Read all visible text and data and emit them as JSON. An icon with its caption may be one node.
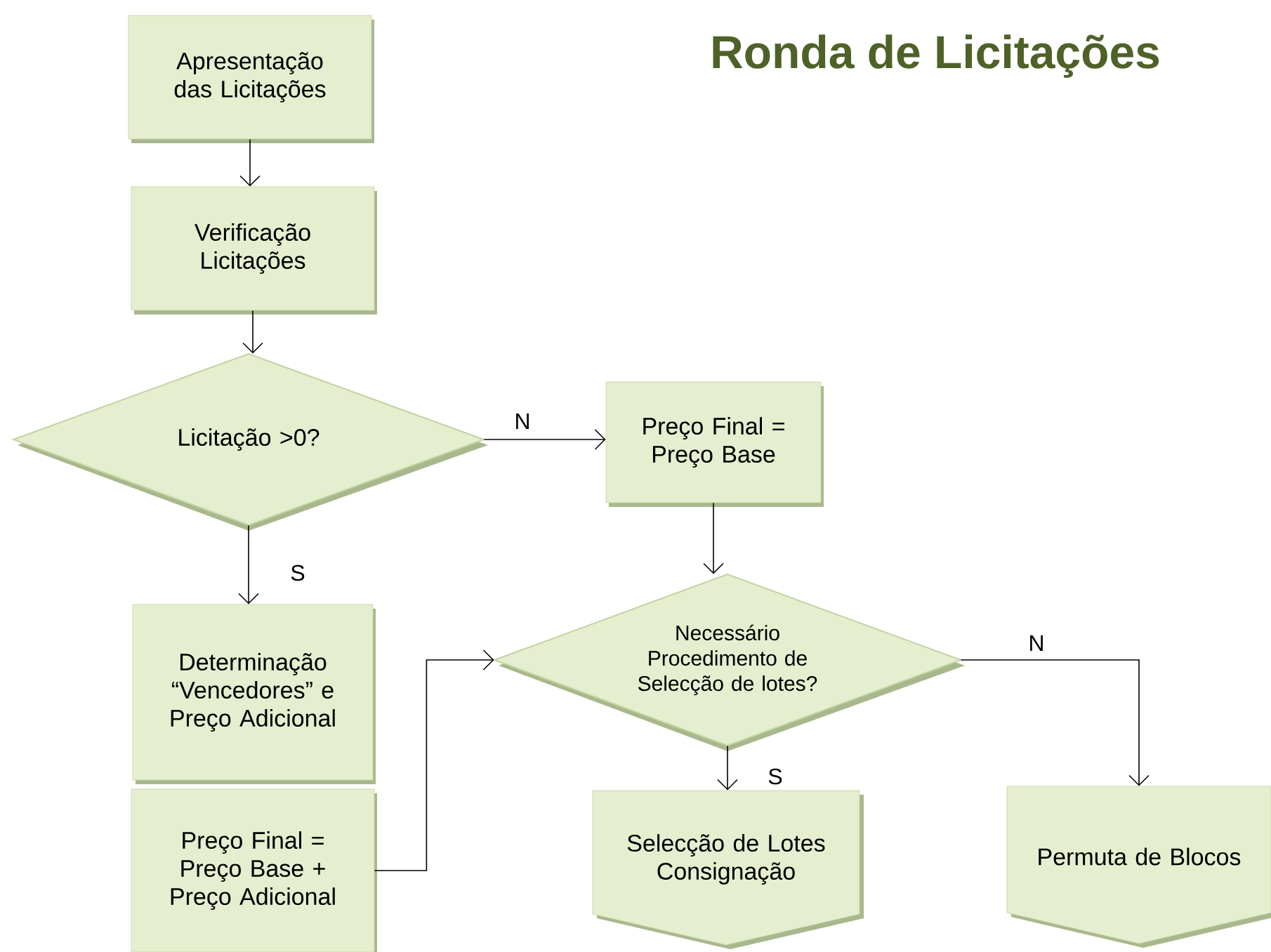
{
  "diagram": {
    "title": "Ronda de Licitações",
    "nodes": [
      {
        "text": [
          "Apresentação das Licitações"
        ]
      },
      {
        "text": [
          "Verificação Licitações"
        ]
      },
      {
        "text": [
          "Licitação >0?"
        ]
      },
      {
        "text": [
          "Preço Final = Preço Base"
        ]
      },
      {
        "text": [
          "Determinação “Vencedores” e Preço Adicional"
        ]
      },
      {
        "text": [
          "Preço Final = Preço Base + Preço Adicional"
        ]
      },
      {
        "text": [
          "Necessário Procedimento de Selecção de lotes?"
        ]
      },
      {
        "text": [
          "Selecção de Lotes Consignação"
        ]
      },
      {
        "text": [
          "Permuta de Blocos"
        ]
      }
    ],
    "edges": [
      {
        "from": 0,
        "to": 1,
        "arrow": "to"
      },
      {
        "from": 1,
        "to": 2,
        "arrow": "to"
      },
      {
        "from": 2,
        "to": 3,
        "arrow": "to",
        "label": "N"
      },
      {
        "from": 2,
        "to": 4,
        "arrow": "to",
        "label": "S"
      },
      {
        "from": 3,
        "to": 6,
        "arrow": "to"
      },
      {
        "from": 5,
        "to": 6,
        "arrow": "to"
      },
      {
        "from": 6,
        "to": 7,
        "arrow": "to",
        "label": "S"
      },
      {
        "from": 6,
        "to": 8,
        "arrow": "to",
        "label": "N"
      }
    ]
  }
}
